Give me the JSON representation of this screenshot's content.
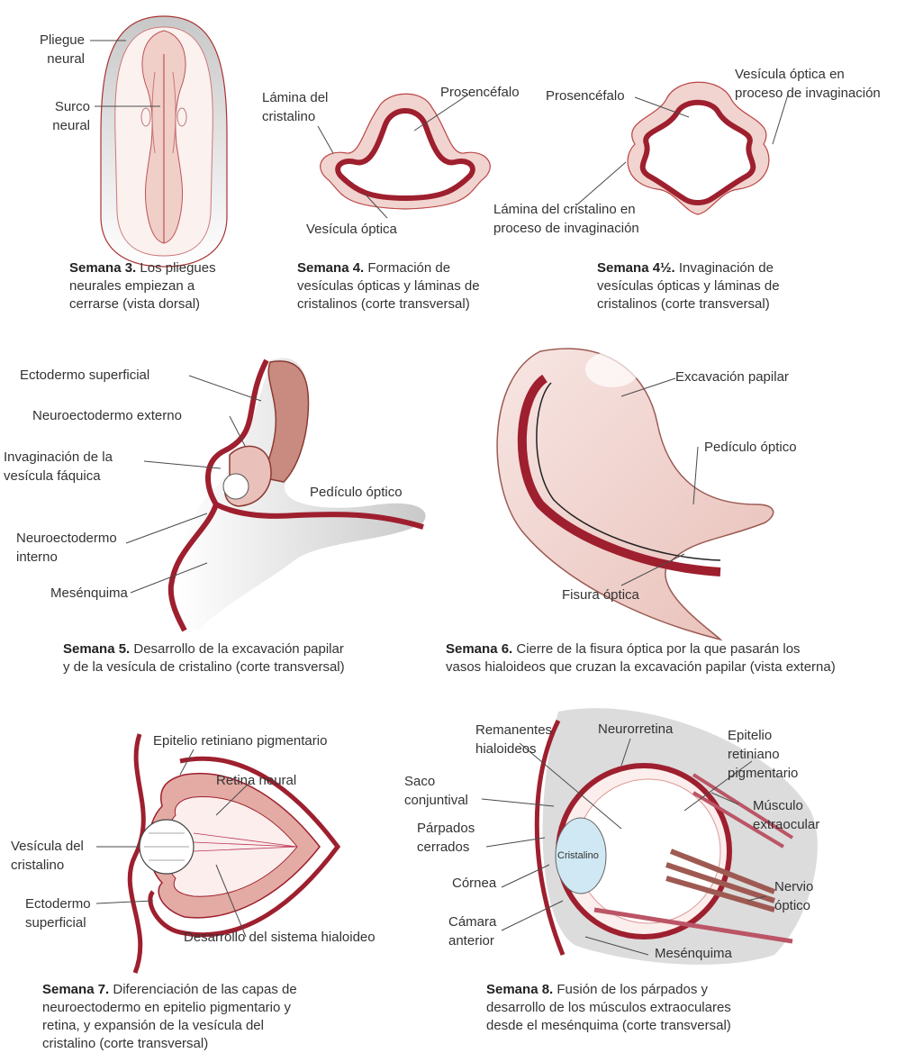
{
  "colors": {
    "dark_red": "#9e1f2e",
    "pink": "#e8c4bf",
    "light_pink": "#f4e0dc",
    "gray": "#d6d6d6",
    "tissue": "#c98b80"
  },
  "panel1": {
    "labels": {
      "neural_fold": "Pliegue\nneural",
      "neural_groove": "Surco\nneural"
    },
    "caption_bold": "Semana 3.",
    "caption_text": " Los pliegues\nneurales empiezan a\ncerrarse (vista dorsal)"
  },
  "panel2": {
    "labels": {
      "lens_plate": "Lámina del\ncristalino",
      "prosencephalon": "Prosencéfalo",
      "optic_vesicle": "Vesícula óptica"
    },
    "caption_bold": "Semana 4.",
    "caption_text": " Formación de\nvesículas ópticas y láminas de\ncristalinos (corte transversal)"
  },
  "panel3": {
    "labels": {
      "prosencephalon": "Prosencéfalo",
      "vesicle_invag": "Vesícula óptica en\nproceso de invaginación",
      "lens_invag": "Lámina del cristalino en\nproceso de invaginación"
    },
    "caption_bold": "Semana 4½.",
    "caption_text": " Invaginación de\nvesículas ópticas y láminas de\ncristalinos (corte transversal)"
  },
  "panel4": {
    "labels": {
      "surface_ectoderm": "Ectodermo superficial",
      "outer_neuroectoderm": "Neuroectodermo externo",
      "lens_vesicle_invag": "Invaginación de la\nvesícula fáquica",
      "inner_neuroectoderm": "Neuroectodermo\ninterno",
      "mesenchyme": "Mesénquima",
      "optic_stalk": "Pedículo óptico"
    },
    "caption_bold": "Semana 5.",
    "caption_text": " Desarrollo de la excavación papilar\ny de la vesícula de cristalino (corte transversal)"
  },
  "panel5": {
    "labels": {
      "optic_cup": "Excavación papilar",
      "optic_stalk": "Pedículo óptico",
      "optic_fissure": "Fisura óptica"
    },
    "caption_bold": "Semana 6.",
    "caption_text": " Cierre de la fisura óptica por la que pasarán los\nvasos hialoideos que cruzan la excavación papilar (vista externa)"
  },
  "panel6": {
    "labels": {
      "rpe": "Epitelio retiniano pigmentario",
      "neural_retina": "Retina neural",
      "lens_vesicle": "Vesícula del\ncristalino",
      "surface_ectoderm": "Ectodermo\nsuperficial",
      "hyaloid": "Desarrollo del sistema hialoideo"
    },
    "caption_bold": "Semana 7.",
    "caption_text": " Diferenciación de las capas de\nneuroectodermo en epitelio pigmentario y\nretina, y expansión de la vesícula del\ncristalino (corte transversal)"
  },
  "panel7": {
    "labels": {
      "hyaloid_remnants": "Remanentes\nhialoideos",
      "neuroretina": "Neurorretina",
      "rpe": "Epitelio\nretiniano\npigmentario",
      "conj_sac": "Saco\nconjuntival",
      "closed_lids": "Párpados\ncerrados",
      "lens": "Cristalino",
      "extraocular": "Músculo\nextraocular",
      "cornea": "Córnea",
      "optic_nerve": "Nervio\nóptico",
      "anterior_chamber": "Cámara\nanterior",
      "mesenchyme": "Mesénquima"
    },
    "caption_bold": "Semana 8.",
    "caption_text": " Fusión de los párpados y\ndesarrollo de los músculos extraoculares\ndesde el mesénquima (corte transversal)"
  }
}
